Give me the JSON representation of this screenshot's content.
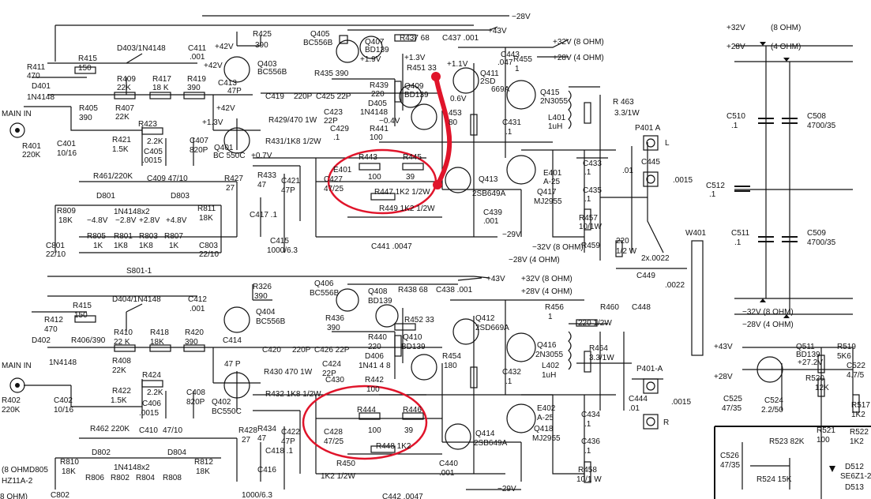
{
  "texts": [
    {
      "id": "t-28v-top",
      "t": "−28V"
    },
    {
      "id": "t-r425",
      "t": "R425"
    },
    {
      "id": "t-r425v",
      "t": "390"
    },
    {
      "id": "t-q405",
      "t": "Q405"
    },
    {
      "id": "t-q405t",
      "t": "BC556B"
    },
    {
      "id": "t-q407",
      "t": "Q407"
    },
    {
      "id": "t-q407t",
      "t": "BD139"
    },
    {
      "id": "t-r437",
      "t": "R437 68"
    },
    {
      "id": "t-c437",
      "t": "C437 .001"
    },
    {
      "id": "t-43v1",
      "t": "+43V"
    },
    {
      "id": "t-32v8a",
      "t": "+32V (8 OHM)"
    },
    {
      "id": "t-28v4a",
      "t": "+28V (4 OHM)"
    },
    {
      "id": "t-d403",
      "t": "D403/1N4148"
    },
    {
      "id": "t-c411",
      "t": "C411"
    },
    {
      "id": "t-c411v",
      "t": ".001"
    },
    {
      "id": "t-r415",
      "t": "R415"
    },
    {
      "id": "t-r415v",
      "t": "150"
    },
    {
      "id": "t-r411",
      "t": "R411"
    },
    {
      "id": "t-r411v",
      "t": "470"
    },
    {
      "id": "t-42v1",
      "t": "+42V"
    },
    {
      "id": "t-42v2",
      "t": "+42V"
    },
    {
      "id": "t-q403",
      "t": "Q403"
    },
    {
      "id": "t-q403t",
      "t": "BC556B"
    },
    {
      "id": "t-13v1",
      "t": "+1.3V"
    },
    {
      "id": "t-19v",
      "t": "+1.9V"
    },
    {
      "id": "t-r451",
      "t": "R451 33"
    },
    {
      "id": "t-11v",
      "t": "+1.1V"
    },
    {
      "id": "t-c443",
      "t": "C443"
    },
    {
      "id": "t-c443v",
      "t": ".047"
    },
    {
      "id": "t-r455",
      "t": "R455"
    },
    {
      "id": "t-r455v",
      "t": "1"
    },
    {
      "id": "t-q411",
      "t": "Q411"
    },
    {
      "id": "t-q411t",
      "t": "2SD"
    },
    {
      "id": "t-q411t2",
      "t": "669A"
    },
    {
      "id": "t-q415",
      "t": "Q415"
    },
    {
      "id": "t-q415t",
      "t": "2N3055"
    },
    {
      "id": "t-r409",
      "t": "R409"
    },
    {
      "id": "t-r409v",
      "t": "22K"
    },
    {
      "id": "t-r417",
      "t": "R417"
    },
    {
      "id": "t-r417v",
      "t": "18 K"
    },
    {
      "id": "t-r419",
      "t": "R419"
    },
    {
      "id": "t-r419v",
      "t": "390"
    },
    {
      "id": "t-c413",
      "t": "C413"
    },
    {
      "id": "t-c413v",
      "t": "47P"
    },
    {
      "id": "t-r435",
      "t": "R435 390"
    },
    {
      "id": "t-r439",
      "t": "R439"
    },
    {
      "id": "t-r439v",
      "t": "220"
    },
    {
      "id": "t-q409",
      "t": "Q409"
    },
    {
      "id": "t-q409t",
      "t": "BD139"
    },
    {
      "id": "t-d405",
      "t": "D405"
    },
    {
      "id": "t-d405t",
      "t": "1N4148"
    },
    {
      "id": "t-06v",
      "t": "0.6V"
    },
    {
      "id": "t-r453",
      "t": "453"
    },
    {
      "id": "t-r453v",
      "t": "80"
    },
    {
      "id": "t-l401",
      "t": "L401"
    },
    {
      "id": "t-l401v",
      "t": "1uH"
    },
    {
      "id": "t-r463",
      "t": "R 463"
    },
    {
      "id": "t-r463v",
      "t": "3.3/1W"
    },
    {
      "id": "t-d401",
      "t": "D401"
    },
    {
      "id": "t-d401t",
      "t": "1N4148"
    },
    {
      "id": "t-mainin1",
      "t": "MAIN IN"
    },
    {
      "id": "t-r405",
      "t": "R405"
    },
    {
      "id": "t-r405v",
      "t": "390"
    },
    {
      "id": "t-r407",
      "t": "R407"
    },
    {
      "id": "t-r407v",
      "t": "22K"
    },
    {
      "id": "t-r423",
      "t": "R423"
    },
    {
      "id": "t-13v2",
      "t": "+1.3V"
    },
    {
      "id": "t-42v3",
      "t": "+42V"
    },
    {
      "id": "t-c419",
      "t": "C419"
    },
    {
      "id": "t-220p1",
      "t": "220P"
    },
    {
      "id": "t-c425",
      "t": "C425 22P"
    },
    {
      "id": "t-r429",
      "t": "R429/470 1W"
    },
    {
      "id": "t-c423",
      "t": "C423"
    },
    {
      "id": "t-c423v",
      "t": "22P"
    },
    {
      "id": "t-c429",
      "t": "C429"
    },
    {
      "id": "t-c429v",
      "t": ".1"
    },
    {
      "id": "t-04v",
      "t": "−0.4V"
    },
    {
      "id": "t-r441",
      "t": "R441"
    },
    {
      "id": "t-r441v",
      "t": "100"
    },
    {
      "id": "t-c431",
      "t": "C431"
    },
    {
      "id": "t-c431v",
      "t": ".1"
    },
    {
      "id": "t-r421",
      "t": "R421"
    },
    {
      "id": "t-r421v",
      "t": "1.5K"
    },
    {
      "id": "t-c405",
      "t": "C405"
    },
    {
      "id": "t-c405v",
      "t": ".0015"
    },
    {
      "id": "t-22k",
      "t": "2.2K"
    },
    {
      "id": "t-c407",
      "t": "C407"
    },
    {
      "id": "t-c407v",
      "t": "820P"
    },
    {
      "id": "t-q401",
      "t": "Q401"
    },
    {
      "id": "t-q401t",
      "t": "BC 550C"
    },
    {
      "id": "t-r431",
      "t": "R431/1K8 1/2W"
    },
    {
      "id": "t-07v",
      "t": "+0.7V"
    },
    {
      "id": "t-r401",
      "t": "R401"
    },
    {
      "id": "t-r401v",
      "t": "220K"
    },
    {
      "id": "t-c401",
      "t": "C401"
    },
    {
      "id": "t-c401v",
      "t": "10/16"
    },
    {
      "id": "t-e401a",
      "t": "E401"
    },
    {
      "id": "t-r443",
      "t": "R443"
    },
    {
      "id": "t-r445",
      "t": "R445"
    },
    {
      "id": "t-100a",
      "t": "100"
    },
    {
      "id": "t-39a",
      "t": "39"
    },
    {
      "id": "t-e401",
      "t": "E401"
    },
    {
      "id": "t-e401v",
      "t": "A-25"
    },
    {
      "id": "t-q417",
      "t": "Q417"
    },
    {
      "id": "t-q417t",
      "t": "MJ2955"
    },
    {
      "id": "t-c433",
      "t": "C433"
    },
    {
      "id": "t-c433v",
      "t": ".1"
    },
    {
      "id": "t-c435",
      "t": "C435"
    },
    {
      "id": "t-c435v",
      "t": ".1"
    },
    {
      "id": "t-q413",
      "t": "Q413"
    },
    {
      "id": "t-q413t",
      "t": "2SB649A"
    },
    {
      "id": "t-r461",
      "t": "R461/220K"
    },
    {
      "id": "t-c409",
      "t": "C409 47/10"
    },
    {
      "id": "t-r427",
      "t": "R427"
    },
    {
      "id": "t-r427v",
      "t": "27"
    },
    {
      "id": "t-r433",
      "t": "R433"
    },
    {
      "id": "t-r433v",
      "t": "47"
    },
    {
      "id": "t-c421",
      "t": "C421"
    },
    {
      "id": "t-c421v",
      "t": "47P"
    },
    {
      "id": "t-c427",
      "t": "C427"
    },
    {
      "id": "t-c427v",
      "t": "47/25"
    },
    {
      "id": "t-r447",
      "t": "R447 1K2 1/2W"
    },
    {
      "id": "t-d801",
      "t": "D801"
    },
    {
      "id": "t-d803",
      "t": "D803"
    },
    {
      "id": "t-1n4148x2a",
      "t": "1N4148x2"
    },
    {
      "id": "t-r809",
      "t": "R809"
    },
    {
      "id": "t-r809v",
      "t": "18K"
    },
    {
      "id": "t-48v1",
      "t": "−4.8V"
    },
    {
      "id": "t-28v1",
      "t": "−2.8V"
    },
    {
      "id": "t-28v2",
      "t": "+2.8V"
    },
    {
      "id": "t-48v2",
      "t": "+4.8V"
    },
    {
      "id": "t-r811",
      "t": "R811"
    },
    {
      "id": "t-r811v",
      "t": "18K"
    },
    {
      "id": "t-r449",
      "t": "R449 1K2 1/2W"
    },
    {
      "id": "t-c439",
      "t": "C439"
    },
    {
      "id": "t-c439v",
      "t": ".001"
    },
    {
      "id": "t-29v1",
      "t": "−29V"
    },
    {
      "id": "t-r457",
      "t": "R457"
    },
    {
      "id": "t-r457v",
      "t": "10/1W"
    },
    {
      "id": "t-c801",
      "t": "C801"
    },
    {
      "id": "t-c801v",
      "t": "22/10"
    },
    {
      "id": "t-r805",
      "t": "R805"
    },
    {
      "id": "t-r801",
      "t": "R801"
    },
    {
      "id": "t-r803",
      "t": "R803"
    },
    {
      "id": "t-r807",
      "t": "R807"
    },
    {
      "id": "t-1ka",
      "t": "1K"
    },
    {
      "id": "t-1k8a",
      "t": "1K8"
    },
    {
      "id": "t-1k8b",
      "t": "1K8"
    },
    {
      "id": "t-1kb",
      "t": "1K"
    },
    {
      "id": "t-c803",
      "t": "C803"
    },
    {
      "id": "t-c803v",
      "t": "22/10"
    },
    {
      "id": "t-c417",
      "t": "C417 .1"
    },
    {
      "id": "t-c415",
      "t": "C415"
    },
    {
      "id": "t-c415v",
      "t": "1000/6.3"
    },
    {
      "id": "t-c441",
      "t": "C441 .0047"
    },
    {
      "id": "t-32v8b",
      "t": "−32V (8 OHM)"
    },
    {
      "id": "t-28v4b",
      "t": "−28V (4 OHM)"
    },
    {
      "id": "t-r459",
      "t": "R459"
    },
    {
      "id": "t-220a",
      "t": "220"
    },
    {
      "id": "t-12wa",
      "t": "1/2 W"
    },
    {
      "id": "t-2x0022",
      "t": "2x.0022"
    },
    {
      "id": "t-s801",
      "t": "S801-1"
    },
    {
      "id": "t-p401a",
      "t": "P401 A"
    },
    {
      "id": "t-L",
      "t": "L"
    },
    {
      "id": "t-c445",
      "t": "C445"
    },
    {
      "id": "t-01a",
      "t": ".01"
    },
    {
      "id": "t-0015a",
      "t": ".0015"
    },
    {
      "id": "t-32v-r",
      "t": "+32V"
    },
    {
      "id": "t-28v-r",
      "t": "+28V"
    },
    {
      "id": "t-8ohm-r",
      "t": "(8 OHM)"
    },
    {
      "id": "t-4ohm-r",
      "t": "(4 OHM)"
    },
    {
      "id": "t-c510",
      "t": "C510"
    },
    {
      "id": "t-c510v",
      "t": ".1"
    },
    {
      "id": "t-c508",
      "t": "C508"
    },
    {
      "id": "t-c508v",
      "t": "4700/35"
    },
    {
      "id": "t-c512",
      "t": "C512"
    },
    {
      "id": "t-c512v",
      "t": ".1"
    },
    {
      "id": "t-c511",
      "t": "C511"
    },
    {
      "id": "t-c511v",
      "t": ".1"
    },
    {
      "id": "t-c509",
      "t": "C509"
    },
    {
      "id": "t-c509v",
      "t": "4700/35"
    },
    {
      "id": "t-w401",
      "t": "W401"
    },
    {
      "id": "t-32v-r2",
      "t": "−32V (8 OHM)"
    },
    {
      "id": "t-28v-r2",
      "t": "−28V (4 OHM)"
    },
    {
      "id": "t-q406",
      "t": "Q406"
    },
    {
      "id": "t-q406t",
      "t": "BC556B"
    },
    {
      "id": "t-q408",
      "t": "Q408"
    },
    {
      "id": "t-q408t",
      "t": "BD139"
    },
    {
      "id": "t-r438",
      "t": "R438 68"
    },
    {
      "id": "t-c438",
      "t": "C438 .001"
    },
    {
      "id": "t-43v2",
      "t": "+43V"
    },
    {
      "id": "t-32v8c",
      "t": "+32V (8 OHM)"
    },
    {
      "id": "t-28v4c",
      "t": "+28V (4 OHM)"
    },
    {
      "id": "t-r326",
      "t": "R326"
    },
    {
      "id": "t-r326v",
      "t": "390"
    },
    {
      "id": "t-d404",
      "t": "D404/1N4148"
    },
    {
      "id": "t-c412",
      "t": "C412"
    },
    {
      "id": "t-c412v",
      "t": ".001"
    },
    {
      "id": "t-r415b",
      "t": "R415"
    },
    {
      "id": "t-r415bv",
      "t": "150"
    },
    {
      "id": "t-r412",
      "t": "R412"
    },
    {
      "id": "t-r412v",
      "t": "470"
    },
    {
      "id": "t-q404",
      "t": "Q404"
    },
    {
      "id": "t-q404t",
      "t": "BC556B"
    },
    {
      "id": "t-r436",
      "t": "R436"
    },
    {
      "id": "t-r436v",
      "t": "390"
    },
    {
      "id": "t-r452",
      "t": "R452 33"
    },
    {
      "id": "t-q412",
      "t": "Q412"
    },
    {
      "id": "t-q412t",
      "t": "2SD669A"
    },
    {
      "id": "t-r456",
      "t": "R456"
    },
    {
      "id": "t-r456v",
      "t": "1"
    },
    {
      "id": "t-r460",
      "t": "R460"
    },
    {
      "id": "t-c448",
      "t": "C448"
    },
    {
      "id": "t-220b",
      "t": "220 1/2W"
    },
    {
      "id": "t-c449",
      "t": "C449"
    },
    {
      "id": "t-0022b",
      "t": ".0022"
    },
    {
      "id": "t-r410",
      "t": "R410"
    },
    {
      "id": "t-r410v",
      "t": "22 K"
    },
    {
      "id": "t-r418",
      "t": "R418"
    },
    {
      "id": "t-r418v",
      "t": "18K"
    },
    {
      "id": "t-r420",
      "t": "R420"
    },
    {
      "id": "t-r420v",
      "t": "390"
    },
    {
      "id": "t-r440",
      "t": "R440"
    },
    {
      "id": "t-r440v",
      "t": "220"
    },
    {
      "id": "t-q410",
      "t": "Q410"
    },
    {
      "id": "t-q410t",
      "t": "BD139"
    },
    {
      "id": "t-d402",
      "t": "D402"
    },
    {
      "id": "t-r406",
      "t": "R406/390"
    },
    {
      "id": "t-d402t",
      "t": "1N4148"
    },
    {
      "id": "t-c414",
      "t": "C414"
    },
    {
      "id": "t-c414v",
      "t": "47 P"
    },
    {
      "id": "t-c420",
      "t": "C420"
    },
    {
      "id": "t-220p2",
      "t": "220P"
    },
    {
      "id": "t-c426",
      "t": "C426 22P"
    },
    {
      "id": "t-d406",
      "t": "D406"
    },
    {
      "id": "t-d406t",
      "t": "1N41 4 8"
    },
    {
      "id": "t-r454",
      "t": "R454"
    },
    {
      "id": "t-r454v",
      "t": "180"
    },
    {
      "id": "t-q416",
      "t": "Q416"
    },
    {
      "id": "t-q416t",
      "t": "2N3055"
    },
    {
      "id": "t-r464",
      "t": "R464"
    },
    {
      "id": "t-r464v",
      "t": "3.3/1W"
    },
    {
      "id": "t-mainin2",
      "t": "MAIN IN"
    },
    {
      "id": "t-r408",
      "t": "R408"
    },
    {
      "id": "t-r408v",
      "t": "22K"
    },
    {
      "id": "t-r424",
      "t": "R424"
    },
    {
      "id": "t-r430",
      "t": "R430 470 1W"
    },
    {
      "id": "t-c424",
      "t": "C424"
    },
    {
      "id": "t-c424v",
      "t": "22P"
    },
    {
      "id": "t-c432",
      "t": "C432"
    },
    {
      "id": "t-c432v",
      "t": ".1"
    },
    {
      "id": "t-l402",
      "t": "L402"
    },
    {
      "id": "t-l402v",
      "t": "1uH"
    },
    {
      "id": "t-p401a2",
      "t": "P401-A"
    },
    {
      "id": "t-43v3",
      "t": "+43V"
    },
    {
      "id": "t-28v-r3",
      "t": "+28V"
    },
    {
      "id": "t-q511",
      "t": "Q511"
    },
    {
      "id": "t-q511t",
      "t": "BD139"
    },
    {
      "id": "t-272v",
      "t": "+27.2V"
    },
    {
      "id": "t-r519",
      "t": "R519"
    },
    {
      "id": "t-r519v",
      "t": "5K6"
    },
    {
      "id": "t-c522",
      "t": "C522"
    },
    {
      "id": "t-c522v",
      "t": "4.7/5"
    },
    {
      "id": "t-r422",
      "t": "R422"
    },
    {
      "id": "t-r422v",
      "t": "1.5K"
    },
    {
      "id": "t-22k2",
      "t": "2.2K"
    },
    {
      "id": "t-c406",
      "t": "C406"
    },
    {
      "id": "t-c406v",
      "t": ".0015"
    },
    {
      "id": "t-c408",
      "t": "C408"
    },
    {
      "id": "t-c408v",
      "t": "820P"
    },
    {
      "id": "t-q402",
      "t": "Q402"
    },
    {
      "id": "t-q402t",
      "t": "BC550C"
    },
    {
      "id": "t-r432",
      "t": "R432 1K8 1/2W"
    },
    {
      "id": "t-c430",
      "t": "C430"
    },
    {
      "id": "t-r442",
      "t": "R442"
    },
    {
      "id": "t-r442v",
      "t": "100"
    },
    {
      "id": "t-r402",
      "t": "R402"
    },
    {
      "id": "t-r402v",
      "t": "220K"
    },
    {
      "id": "t-c402",
      "t": "C402"
    },
    {
      "id": "t-c402v",
      "t": "10/16"
    },
    {
      "id": "t-r444",
      "t": "R444"
    },
    {
      "id": "t-r446",
      "t": "R446"
    },
    {
      "id": "t-100b",
      "t": "100"
    },
    {
      "id": "t-39b",
      "t": "39"
    },
    {
      "id": "t-e402",
      "t": "E402"
    },
    {
      "id": "t-e402v",
      "t": "A-25"
    },
    {
      "id": "t-q418",
      "t": "Q418"
    },
    {
      "id": "t-q418t",
      "t": "MJ2955"
    },
    {
      "id": "t-c434",
      "t": "C434"
    },
    {
      "id": "t-c434v",
      "t": ".1"
    },
    {
      "id": "t-c444",
      "t": "C444"
    },
    {
      "id": "t-01b",
      "t": ".01"
    },
    {
      "id": "t-0015b",
      "t": ".0015"
    },
    {
      "id": "t-R",
      "t": "R"
    },
    {
      "id": "t-c525",
      "t": "C525"
    },
    {
      "id": "t-c525v",
      "t": "47/35"
    },
    {
      "id": "t-c524",
      "t": "C524"
    },
    {
      "id": "t-c524v",
      "t": "2.2/50"
    },
    {
      "id": "t-r520",
      "t": "R520"
    },
    {
      "id": "t-r520v",
      "t": "12K"
    },
    {
      "id": "t-r517",
      "t": "R517"
    },
    {
      "id": "t-r517v",
      "t": "1K2"
    },
    {
      "id": "t-r462",
      "t": "R462 220K"
    },
    {
      "id": "t-c410",
      "t": "C410"
    },
    {
      "id": "t-c410v",
      "t": "47/10"
    },
    {
      "id": "t-r428",
      "t": "R428"
    },
    {
      "id": "t-r428v",
      "t": "27"
    },
    {
      "id": "t-r434",
      "t": "R434"
    },
    {
      "id": "t-r434v",
      "t": "47"
    },
    {
      "id": "t-c422",
      "t": "C422"
    },
    {
      "id": "t-c422v",
      "t": "47P"
    },
    {
      "id": "t-c428",
      "t": "C428"
    },
    {
      "id": "t-c428v",
      "t": "47/25"
    },
    {
      "id": "t-r448",
      "t": "R448 1K2"
    },
    {
      "id": "t-q414",
      "t": "Q414"
    },
    {
      "id": "t-q414t",
      "t": "2SB649A"
    },
    {
      "id": "t-c436",
      "t": "C436"
    },
    {
      "id": "t-c436v",
      "t": ".1"
    },
    {
      "id": "t-r521",
      "t": "R521"
    },
    {
      "id": "t-r521v",
      "t": "100"
    },
    {
      "id": "t-r522",
      "t": "R522"
    },
    {
      "id": "t-r522v",
      "t": "1K2"
    },
    {
      "id": "t-d802",
      "t": "D802"
    },
    {
      "id": "t-d804",
      "t": "D804"
    },
    {
      "id": "t-1n4148x2b",
      "t": "1N4148x2"
    },
    {
      "id": "t-r812",
      "t": "R812"
    },
    {
      "id": "t-r812v",
      "t": "18K"
    },
    {
      "id": "t-r810",
      "t": "R810"
    },
    {
      "id": "t-r810v",
      "t": "18K"
    },
    {
      "id": "t-c418",
      "t": "C418 .1"
    },
    {
      "id": "t-r523",
      "t": "R523 82K"
    },
    {
      "id": "t-c526",
      "t": "C526"
    },
    {
      "id": "t-c526v",
      "t": "47/35"
    },
    {
      "id": "t-d512",
      "t": "D512"
    },
    {
      "id": "t-d512t",
      "t": "SE6Z1-2"
    },
    {
      "id": "t-8ohmd805",
      "t": "(8 OHMD805"
    },
    {
      "id": "t-hz11a",
      "t": "HZ11A-2"
    },
    {
      "id": "t-c802",
      "t": "C802"
    },
    {
      "id": "t-r806",
      "t": "R806"
    },
    {
      "id": "t-r802",
      "t": "R802"
    },
    {
      "id": "t-r804",
      "t": "R804"
    },
    {
      "id": "t-r808",
      "t": "R808"
    },
    {
      "id": "t-c416",
      "t": "C416"
    },
    {
      "id": "t-c416v",
      "t": "1000/6.3"
    },
    {
      "id": "t-r450",
      "t": "R450"
    },
    {
      "id": "t-r450v",
      "t": "1K2 1/2W"
    },
    {
      "id": "t-c440",
      "t": "C440"
    },
    {
      "id": "t-c440v",
      "t": ".001"
    },
    {
      "id": "t-29v2",
      "t": "−29V"
    },
    {
      "id": "t-r458",
      "t": "R458"
    },
    {
      "id": "t-r458v",
      "t": "10/1 W"
    },
    {
      "id": "t-r524",
      "t": "R524 15K"
    },
    {
      "id": "t-d513",
      "t": "D513"
    },
    {
      "id": "t-8ohm-bl",
      "t": "8 OHM)"
    },
    {
      "id": "t-c442",
      "t": "C442 .0047"
    }
  ]
}
